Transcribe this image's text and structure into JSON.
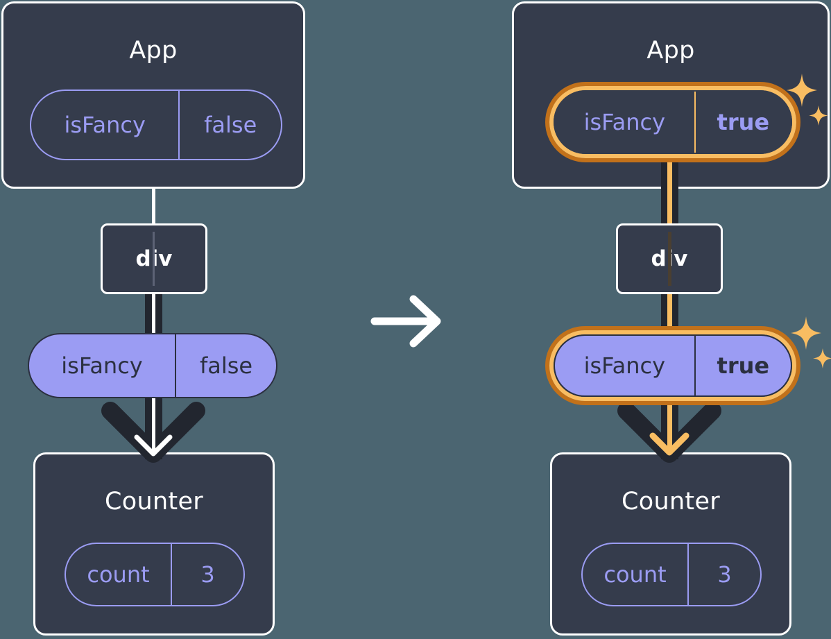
{
  "diagram": {
    "title_left": "",
    "title_right": "",
    "transition_arrow_icon": "arrow-right-icon",
    "colors": {
      "background": "#4b6571",
      "component_fill": "#353c4c",
      "component_border": "#ffffff",
      "state_accent": "#9b9cf3",
      "highlight_outer": "#c2711a",
      "highlight_inner": "#f9bd62",
      "wire_dark": "#22262f",
      "text_dark": "#2b3040"
    }
  },
  "before": {
    "app": {
      "title": "App",
      "state": {
        "name": "isFancy",
        "value": "false",
        "highlighted": false
      }
    },
    "host": {
      "tag": "div"
    },
    "prop": {
      "name": "isFancy",
      "value": "false",
      "highlighted": false
    },
    "counter": {
      "title": "Counter",
      "state": {
        "name": "count",
        "value": "3",
        "highlighted": false
      }
    }
  },
  "after": {
    "app": {
      "title": "App",
      "state": {
        "name": "isFancy",
        "value": "true",
        "highlighted": true
      }
    },
    "host": {
      "tag": "div"
    },
    "prop": {
      "name": "isFancy",
      "value": "true",
      "highlighted": true
    },
    "counter": {
      "title": "Counter",
      "state": {
        "name": "count",
        "value": "3",
        "highlighted": false
      }
    },
    "sparkle_icons": [
      "sparkle-icon",
      "sparkle-small-icon"
    ]
  }
}
